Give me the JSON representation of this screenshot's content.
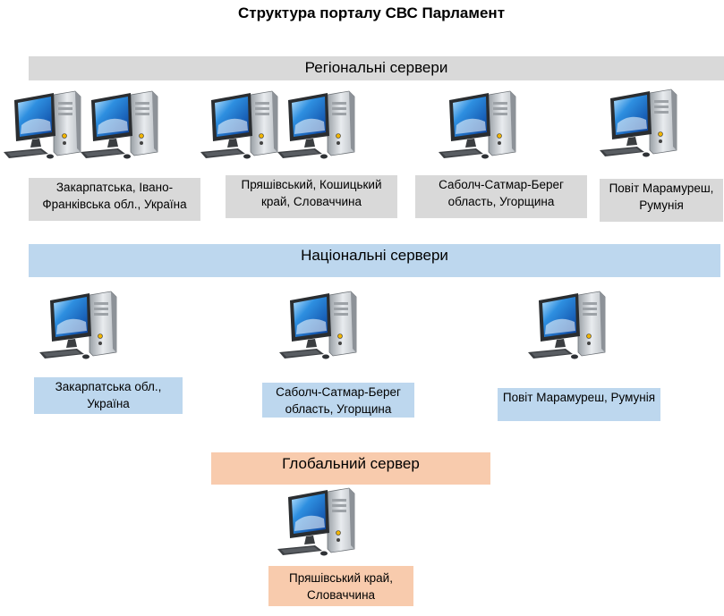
{
  "title": "Структура порталу СВС Парламент",
  "sections": {
    "regional": {
      "heading": "Регіональні сервери",
      "labels": [
        "Закарпатська, Івано-Франківська обл., Україна",
        "Пряшівський, Кошицький край, Словаччина",
        "Саболч-Сатмар-Берег область,  Угорщина",
        "Повіт Марамуреш, Румунія"
      ]
    },
    "national": {
      "heading": "Національні сервери",
      "labels": [
        "Закарпатська обл., Україна",
        "Саболч-Сатмар-Берег область,  Угорщина",
        "Повіт Марамуреш, Румунія"
      ]
    },
    "global": {
      "heading": "Глобальний сервер",
      "labels": [
        "Пряшівський край, Словаччина"
      ]
    }
  },
  "icons": {
    "computer": "desktop-computer-icon"
  },
  "colors": {
    "regional": "#d9d9d9",
    "national": "#bdd7ee",
    "global": "#f8cbad"
  }
}
